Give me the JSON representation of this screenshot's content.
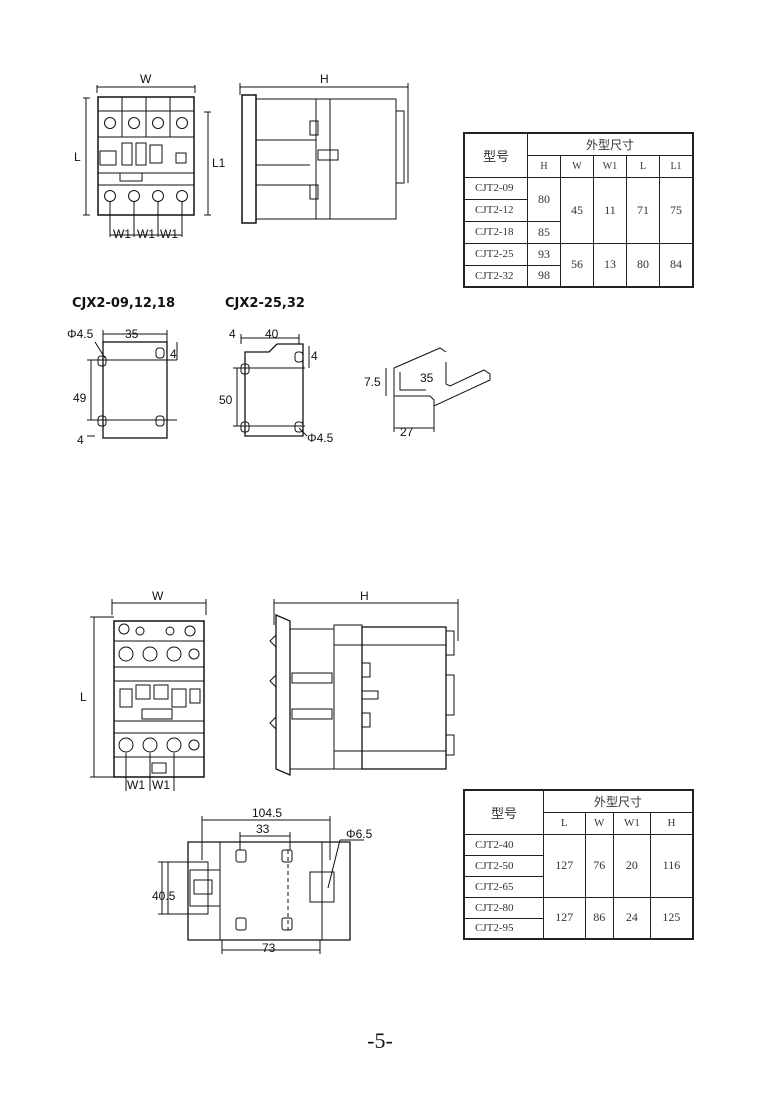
{
  "top": {
    "front_view": {
      "w_label": "W",
      "l_label": "L",
      "l1_label": "L1",
      "w1_labels": [
        "W1",
        "W1",
        "W1"
      ]
    },
    "side_view": {
      "h_label": "H"
    },
    "table": {
      "model_header": "型号",
      "dims_header": "外型尺寸",
      "cols": [
        "H",
        "W",
        "W1",
        "L",
        "L1"
      ],
      "models": [
        "CJT2-09",
        "CJT2-12",
        "CJT2-18",
        "CJT2-25",
        "CJT2-32"
      ],
      "h_values": [
        "80",
        "85",
        "93",
        "98"
      ],
      "group1": {
        "W": "45",
        "W1": "11",
        "L": "71",
        "L1": "75"
      },
      "group2": {
        "W": "56",
        "W1": "13",
        "L": "80",
        "L1": "84"
      }
    },
    "mount1": {
      "caption": "CJX2-09,12,18",
      "hole": "Φ4.5",
      "width": "35",
      "top_margin": "4",
      "height": "49",
      "bottom_margin": "4"
    },
    "mount2": {
      "caption": "CJX2-25,32",
      "left_margin": "4",
      "width": "40",
      "top_margin": "4",
      "height": "50",
      "hole": "Φ4.5"
    },
    "rail": {
      "height": "7.5",
      "width": "35",
      "depth": "27"
    }
  },
  "bottom": {
    "front_view": {
      "w_label": "W",
      "l_label": "L",
      "w1_labels": [
        "W1",
        "W1"
      ]
    },
    "side_view": {
      "h_label": "H"
    },
    "table": {
      "model_header": "型号",
      "dims_header": "外型尺寸",
      "cols": [
        "L",
        "W",
        "W1",
        "H"
      ],
      "models": [
        "CJT2-40",
        "CJT2-50",
        "CJT2-65",
        "CJT2-80",
        "CJT2-95"
      ],
      "group1": {
        "L": "127",
        "W": "76",
        "W1": "20",
        "H": "116"
      },
      "group2": {
        "L": "127",
        "W": "86",
        "W1": "24",
        "H": "125"
      }
    },
    "mount": {
      "overall": "104.5",
      "inner": "33",
      "hole": "Φ6.5",
      "height": "40.5",
      "spacing": "73"
    }
  },
  "page_number": "-5-"
}
